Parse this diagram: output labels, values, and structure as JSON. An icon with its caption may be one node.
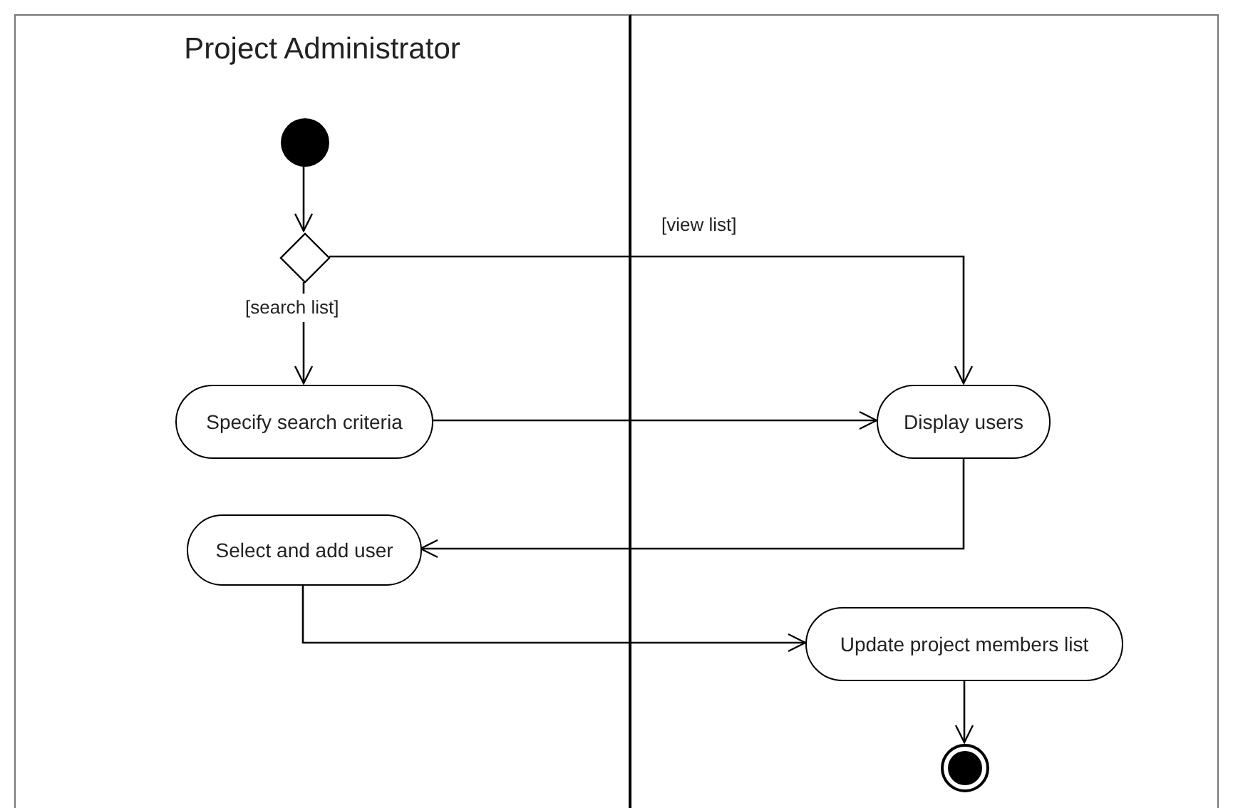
{
  "diagram": {
    "nodes": [
      {
        "text": [
          "Project Administrator"
        ]
      },
      {
        "text": [],
        "shape": "box"
      },
      {
        "text": [],
        "shape": "circle",
        "in": 0
      },
      {
        "text": [],
        "shape": "diamond",
        "in": 0
      },
      {
        "text": [
          "Specify search criteria"
        ],
        "in": 0
      },
      {
        "text": [
          "Select and add user"
        ],
        "in": 0
      },
      {
        "text": [
          "Display users"
        ],
        "in": 1
      },
      {
        "text": [
          "Update project members list"
        ],
        "in": 1
      },
      {
        "text": [],
        "shape": "bullseye",
        "in": 1
      }
    ],
    "edges": [
      {
        "from": 2,
        "to": 3,
        "arrow": "to"
      },
      {
        "from": 3,
        "to": 4,
        "arrow": "to",
        "label": "[search list]"
      },
      {
        "from": 3,
        "to": 6,
        "arrow": "to",
        "label": "[view list]"
      },
      {
        "from": 4,
        "to": 6,
        "arrow": "to"
      },
      {
        "from": 6,
        "to": 5,
        "arrow": "to"
      },
      {
        "from": 5,
        "to": 7,
        "arrow": "to"
      },
      {
        "from": 7,
        "to": 8,
        "arrow": "to"
      }
    ]
  }
}
